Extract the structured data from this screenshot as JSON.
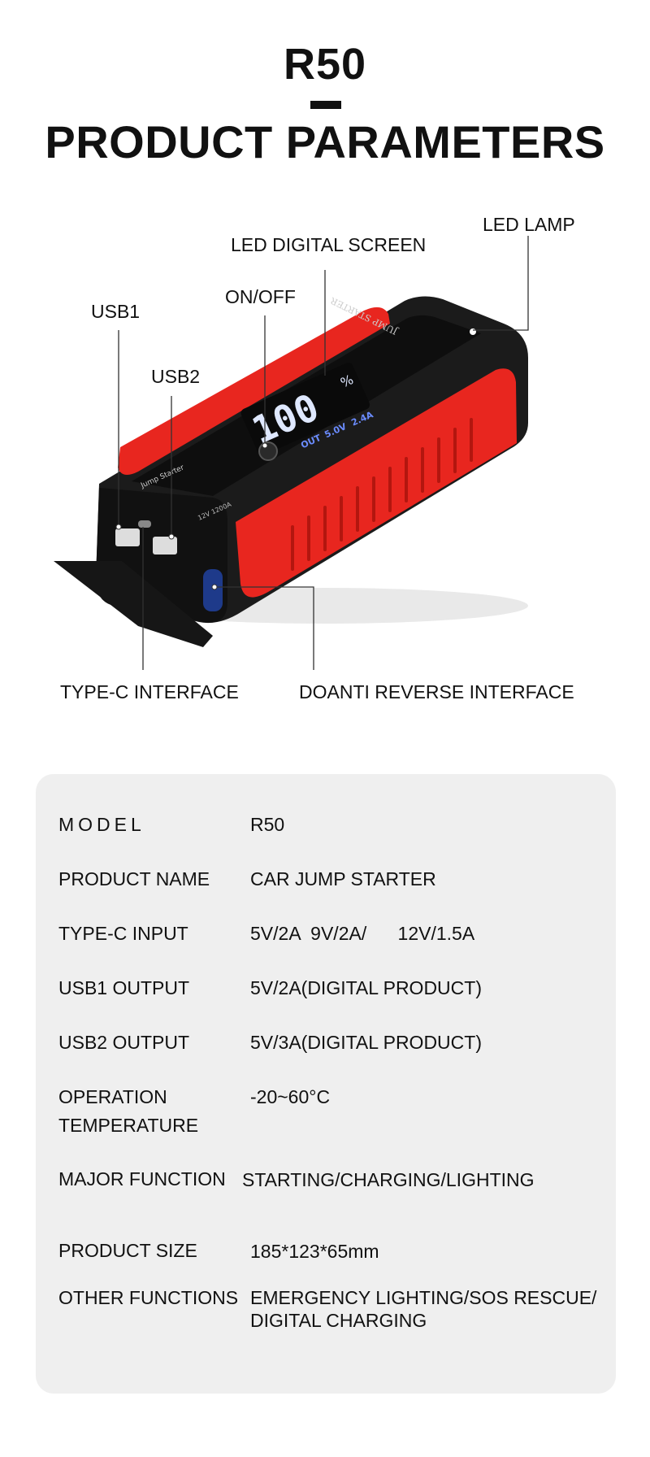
{
  "header": {
    "model": "R50",
    "title": "PRODUCT PARAMETERS"
  },
  "callouts": {
    "usb1": "USB1",
    "usb2": "USB2",
    "on_off": "ON/OFF",
    "led_screen": "LED DIGITAL SCREEN",
    "led_lamp": "LED LAMP",
    "type_c": "TYPE-C INTERFACE",
    "reverse": "DOANTI REVERSE INTERFACE"
  },
  "device": {
    "top_label": "JUMP STARTER",
    "side_label": "Jump Starter",
    "capacity_label": "12V 1200A",
    "screen_value": "100",
    "screen_unit": "%",
    "screen_out": "OUT",
    "screen_volt": "5.0V",
    "screen_amp": "2.4A"
  },
  "specs": [
    {
      "label": "MODEL",
      "value": "R50"
    },
    {
      "label": "PRODUCT NAME",
      "value": "CAR JUMP STARTER"
    },
    {
      "label": "TYPE-C INPUT",
      "value": "5V/2A  9V/2A/      12V/1.5A"
    },
    {
      "label": "USB1 OUTPUT",
      "value": "5V/2A(DIGITAL PRODUCT)"
    },
    {
      "label": "USB2 OUTPUT",
      "value": "5V/3A(DIGITAL PRODUCT)"
    },
    {
      "label": "OPERATION",
      "label2": "TEMPERATURE",
      "value": "-20~60°C"
    },
    {
      "label": "MAJOR FUNCTION",
      "value": "STARTING/CHARGING/LIGHTING"
    },
    {
      "label": "PRODUCT SIZE",
      "value": "185*123*65mm"
    },
    {
      "label": "OTHER FUNCTIONS",
      "value": "EMERGENCY LIGHTING/SOS RESCUE/",
      "value2": "DIGITAL CHARGING"
    }
  ],
  "colors": {
    "accent_red": "#e8261f",
    "body_black": "#1a1a1a",
    "screen_blue": "#dfe8ff",
    "panel_bg": "#efefef"
  }
}
